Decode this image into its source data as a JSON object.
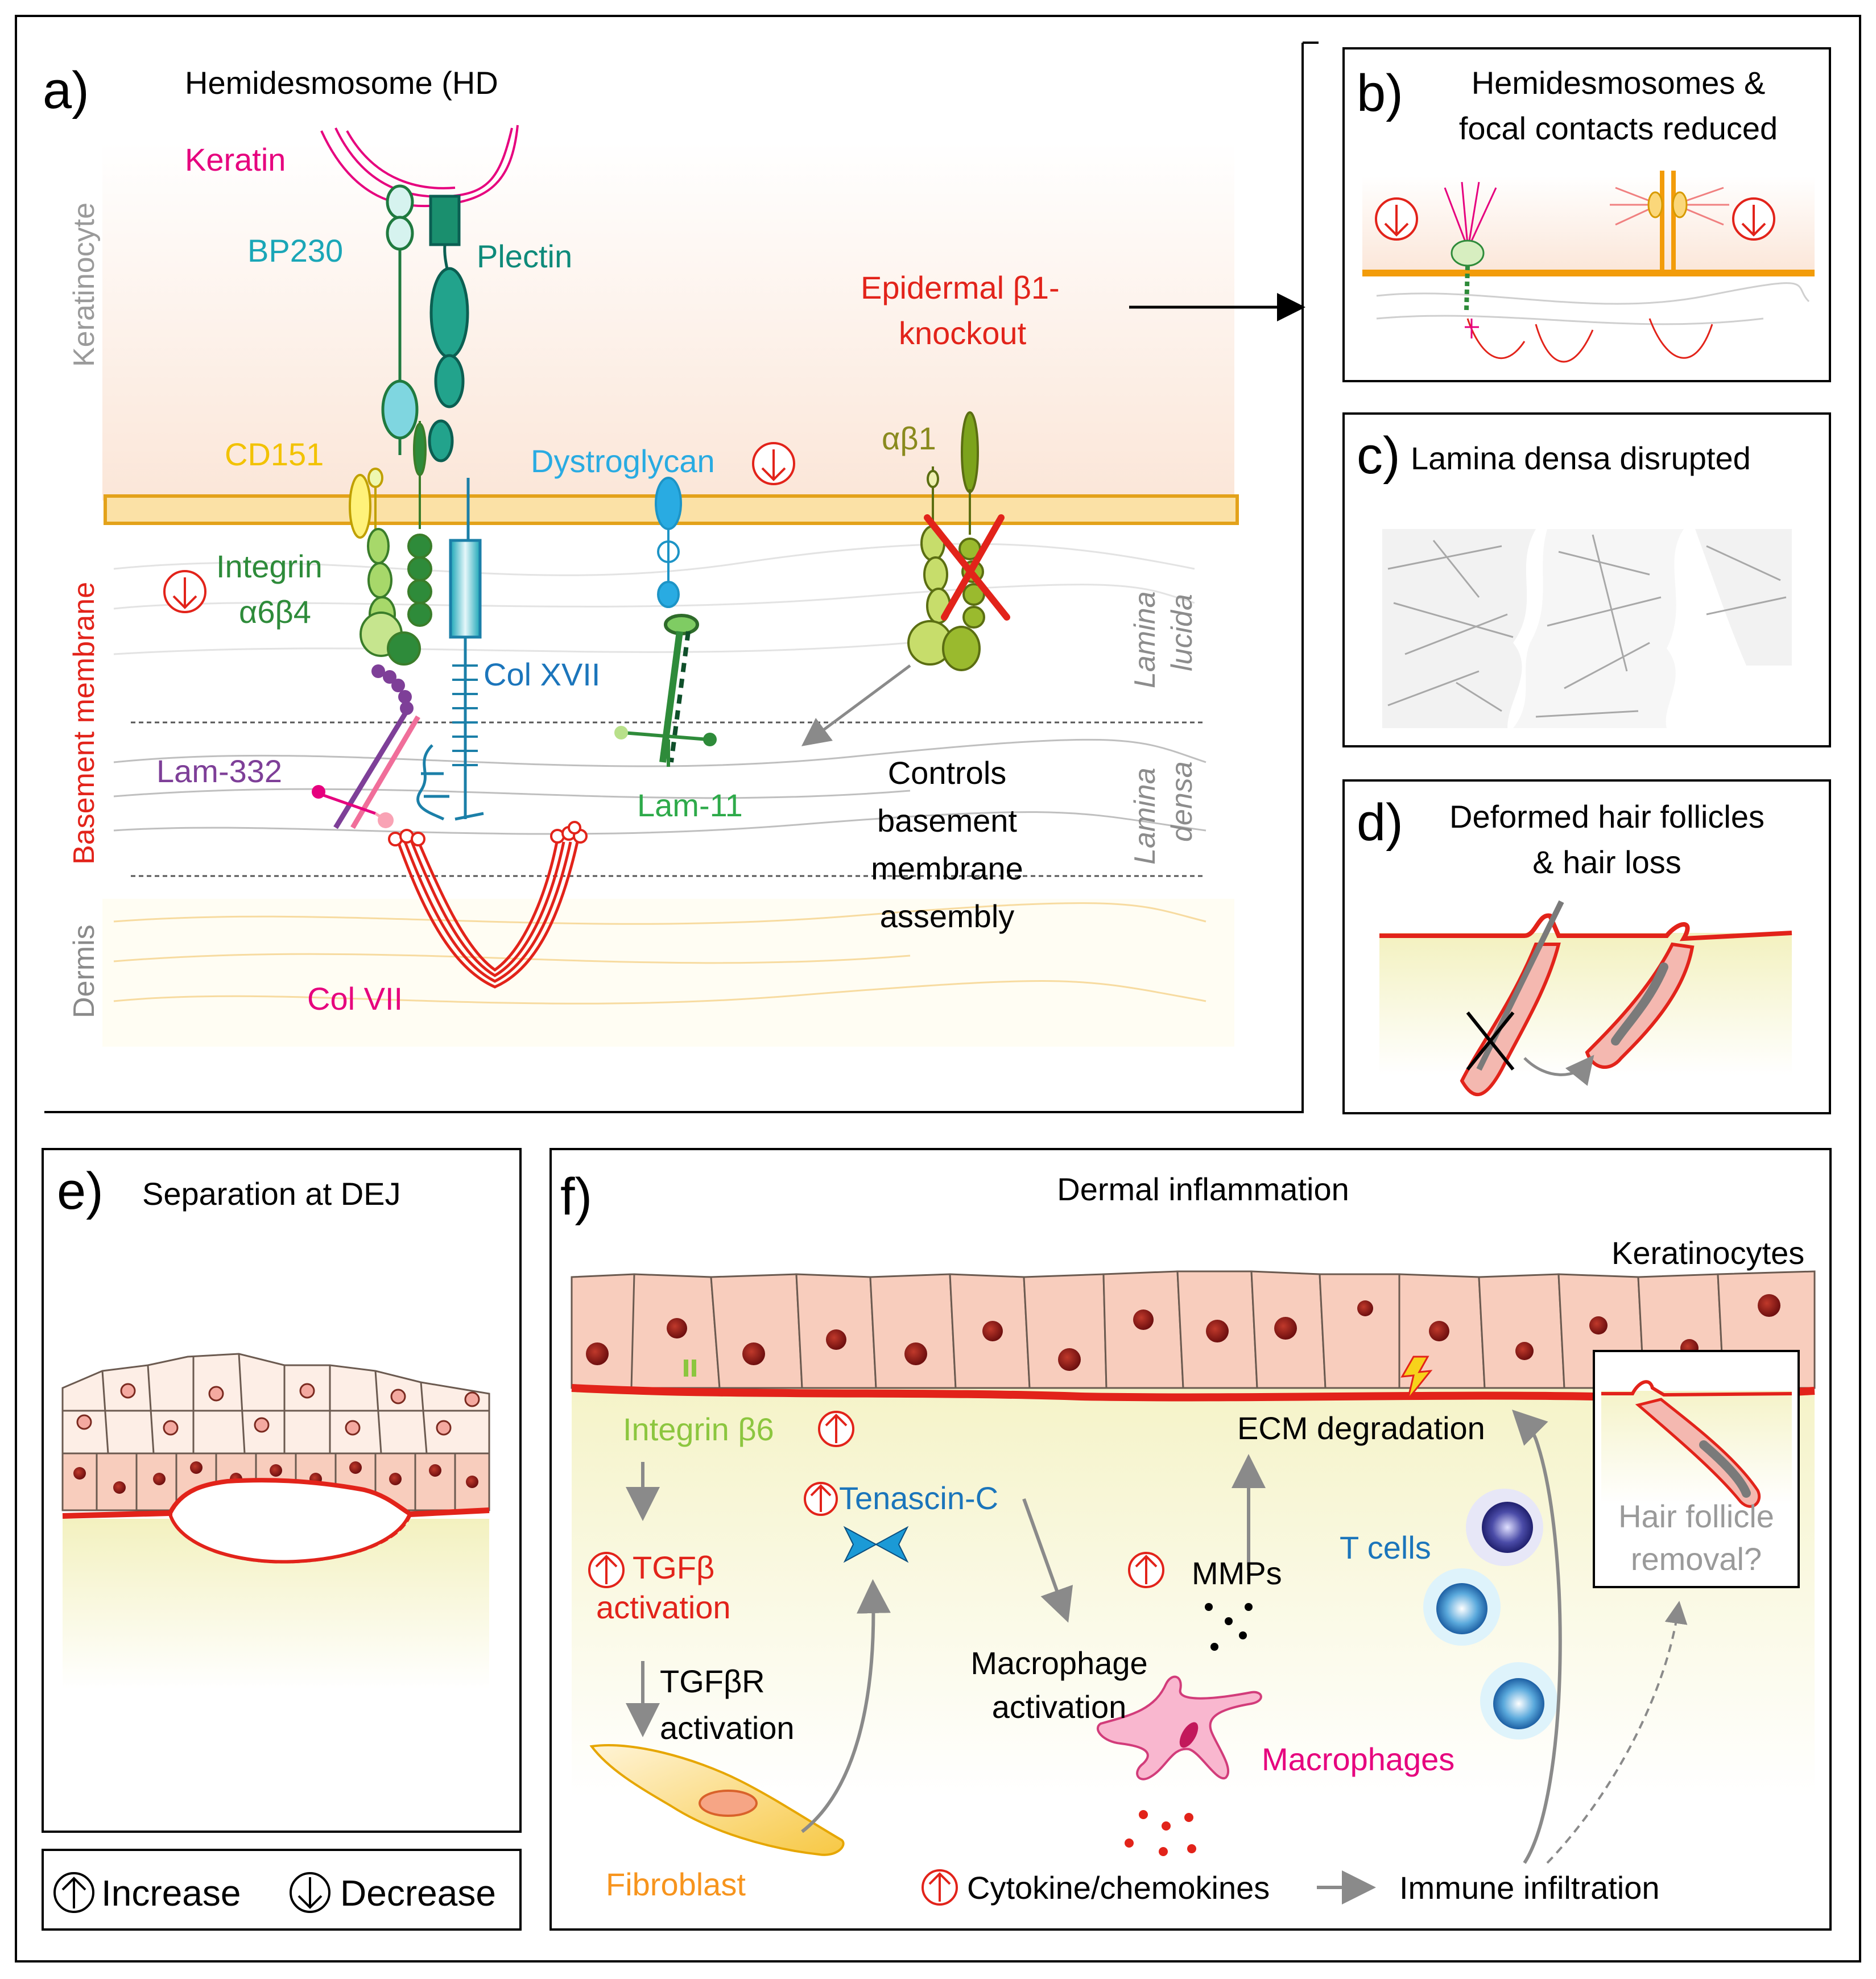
{
  "panel_a": {
    "letter": "a)",
    "title": "Hemidesmosome (HD",
    "side_keratinocyte": "Keratinocyte",
    "side_basement": "Basement membrane",
    "side_dermis": "Dermis",
    "lamina_lucida_1": "Lamina",
    "lamina_lucida_2": "lucida",
    "lamina_densa_1": "Lamina",
    "lamina_densa_2": "densa",
    "keratin": "Keratin",
    "bp230": "BP230",
    "plectin": "Plectin",
    "cd151": "CD151",
    "integrin_1": "Integrin",
    "integrin_2": "α6β4",
    "col17": "Col XVII",
    "lam332": "Lam-332",
    "col7": "Col VII",
    "dystroglycan": "Dystroglycan",
    "lam11": "Lam-11",
    "ab1": "αβ1",
    "knockout_1": "Epidermal β1-",
    "knockout_2": "knockout",
    "controls_1": "Controls",
    "controls_2": "basement",
    "controls_3": "membrane",
    "controls_4": "assembly"
  },
  "panel_b": {
    "letter": "b)",
    "title_1": "Hemidesmosomes &",
    "title_2": "focal contacts reduced"
  },
  "panel_c": {
    "letter": "c)",
    "title": "Lamina densa disrupted"
  },
  "panel_d": {
    "letter": "d)",
    "title_1": "Deformed hair follicles",
    "title_2": "& hair loss"
  },
  "panel_e": {
    "letter": "e)",
    "title": "Separation at DEJ"
  },
  "panel_f": {
    "letter": "f)",
    "title": "Dermal inflammation",
    "keratinocytes": "Keratinocytes",
    "integrin_b6": "Integrin β6",
    "tgfb_1": "TGFβ",
    "tgfb_2": "activation",
    "tgfbr_1": "TGFβR",
    "tgfbr_2": "activation",
    "fibroblast": "Fibroblast",
    "tenascin": "Tenascin-C",
    "macro_act_1": "Macrophage",
    "macro_act_2": "activation",
    "macrophages": "Macrophages",
    "mmps": "MMPs",
    "ecm": "ECM degradation",
    "tcells": "T cells",
    "hair_1": "Hair follicle",
    "hair_2": "removal?",
    "cytokine": "Cytokine/chemokines",
    "immune": "Immune infiltration"
  },
  "legend": {
    "increase": "Increase",
    "decrease": "Decrease"
  },
  "colors": {
    "red": "#e2231a",
    "magenta": "#e6007e",
    "teal": "#1aa6b7",
    "darkteal": "#0e8a7a",
    "green": "#2e8b3a",
    "lightgreen": "#8cc63f",
    "orange": "#f7a21b",
    "yellow": "#f2c200",
    "blue": "#1b75bb",
    "sky": "#29abe2",
    "purple": "#7e3f98",
    "olive": "#8a8a1e"
  }
}
